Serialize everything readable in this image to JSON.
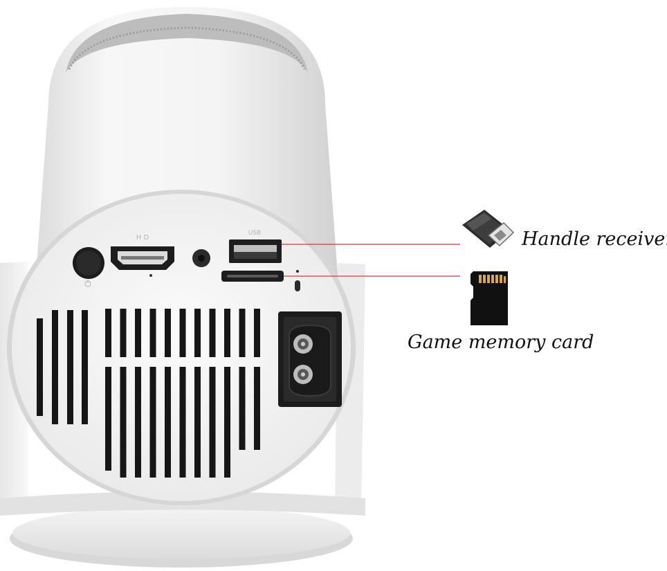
{
  "labels": {
    "handle_receiver": "Handle receiver",
    "game_memory_card": "Game memory card"
  },
  "port_marks": {
    "hdmi": "H D",
    "usb": "USB"
  },
  "colors": {
    "callout_line": "#d83a3a",
    "body": "#f2f2f2",
    "ports": "#1a1a1a"
  }
}
